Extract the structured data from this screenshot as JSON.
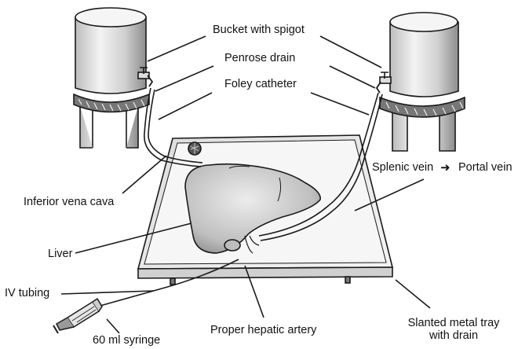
{
  "labels": {
    "bucket": "Bucket with spigot",
    "penrose": "Penrose drain",
    "foley": "Foley catheter",
    "ivc": "Inferior vena cava",
    "splenic": "Splenic vein",
    "portal": "Portal vein",
    "liver": "Liver",
    "iv_tubing": "IV tubing",
    "syringe": "60 ml syringe",
    "hepatic_artery": "Proper hepatic artery",
    "tray_line1": "Slanted metal tray",
    "tray_line2": "with drain"
  },
  "icons": {
    "arrow": "right-arrow-icon"
  },
  "colors": {
    "ink": "#1a1a1a",
    "shade": "#9a9a9a",
    "liver_fill": "#d7d7d7",
    "tray_fill": "#e9e9e9"
  }
}
